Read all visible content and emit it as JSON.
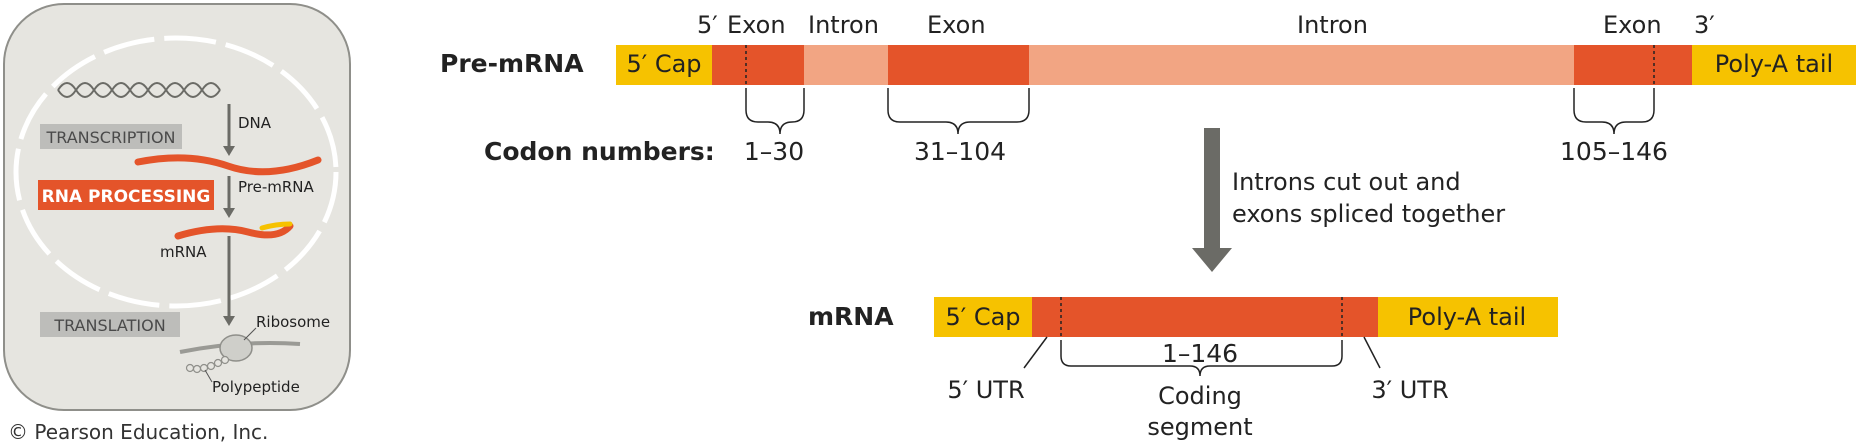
{
  "overview": {
    "dna": "DNA",
    "transcription": "TRANSCRIPTION",
    "rna_processing": "RNA PROCESSING",
    "pre_mrna": "Pre-mRNA",
    "mrna": "mRNA",
    "translation": "TRANSLATION",
    "ribosome": "Ribosome",
    "polypeptide": "Polypeptide"
  },
  "credit": "© Pearson Education, Inc.",
  "pre_mrna": {
    "label": "Pre-mRNA",
    "five_prime": "5′",
    "three_prime": "3′",
    "exon1": "Exon",
    "intron1": "Intron",
    "exon2": "Exon",
    "intron2": "Intron",
    "exon3": "Exon",
    "cap": "5′ Cap",
    "tail": "Poly-A tail"
  },
  "codons": {
    "label": "Codon numbers:",
    "range1": "1–30",
    "range2": "31–104",
    "range3": "105–146"
  },
  "process": {
    "line1": "Introns cut out and",
    "line2": "exons spliced together"
  },
  "mrna": {
    "label": "mRNA",
    "cap": "5′ Cap",
    "tail": "Poly-A tail",
    "codon_range": "1–146",
    "utr5": "5′ UTR",
    "utr3": "3′ UTR",
    "coding1": "Coding",
    "coding2": "segment"
  },
  "colors": {
    "cap_tail": "#f6c200",
    "exon": "#e4542a",
    "intron": "#f2a583",
    "panel": "#e6e5e0",
    "gray_box": "#bdbdba",
    "arrow": "#6b6b66",
    "processing_box": "#e4542a"
  }
}
